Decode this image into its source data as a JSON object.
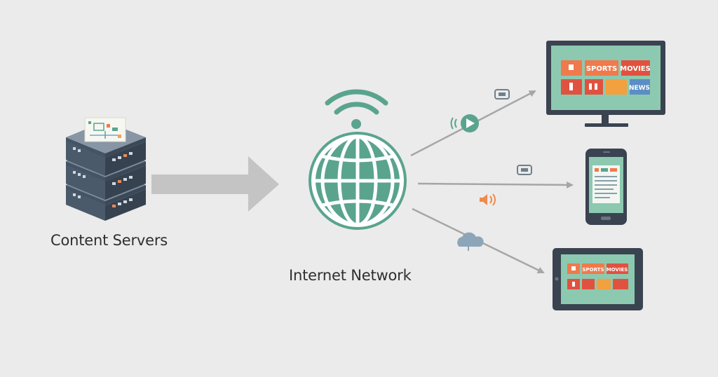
{
  "nodes": {
    "content_servers": {
      "label": "Content Servers",
      "icon": "server-stack-icon"
    },
    "internet_network": {
      "label": "Internet Network",
      "icon": "globe-icon"
    },
    "tv": {
      "icon": "television-icon",
      "tiles": [
        "SPORTS",
        "MOVIES",
        "NEWS"
      ]
    },
    "smartphone": {
      "icon": "smartphone-icon"
    },
    "tablet": {
      "icon": "tablet-icon",
      "tiles": [
        "SPORTS",
        "MOVIES"
      ]
    }
  },
  "signal_icons": [
    "wifi-signal-icon",
    "play-stream-icon",
    "wifi-badge-icon",
    "speaker-icon",
    "cloud-upload-icon"
  ],
  "colors": {
    "background": "#ebebeb",
    "globe_teal": "#5aa48e",
    "server_dark": "#445466",
    "arrow_gray": "#bfbfbf",
    "connector_gray": "#a6a6a6",
    "screen_green": "#8dc9b0",
    "tile_orange": "#ef7a4c",
    "tile_red": "#e0523f",
    "tile_blue": "#5b8ec4",
    "accent_orange": "#f08a4b"
  }
}
